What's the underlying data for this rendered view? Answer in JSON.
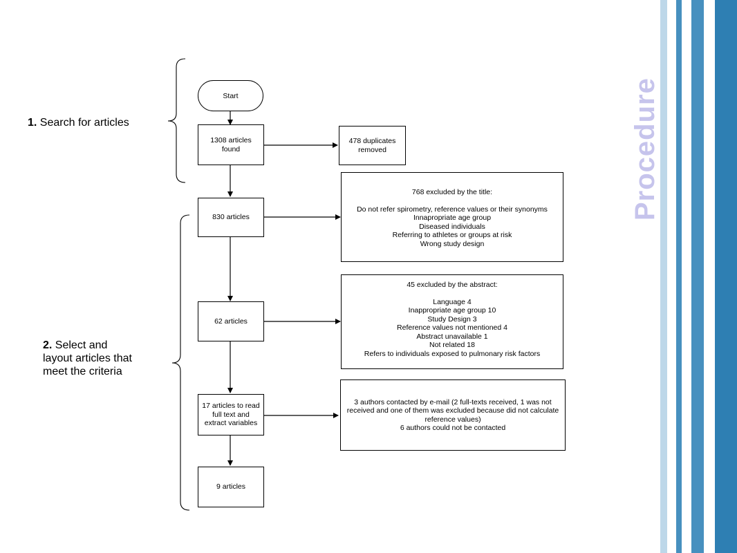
{
  "slide": {
    "title": "Procedure",
    "stripe_colors": [
      "#bdd7e9",
      "#4790bf",
      "#2e7fb3"
    ]
  },
  "stages": [
    {
      "number": "1.",
      "label": "Search for articles"
    },
    {
      "number": "2.",
      "label_lines": [
        "Select and",
        "layout articles that",
        "meet the criteria"
      ]
    }
  ],
  "flow": {
    "start": "Start",
    "main": [
      {
        "lines": [
          "1308 articles",
          "found"
        ]
      },
      {
        "lines": [
          "830 articles"
        ]
      },
      {
        "lines": [
          "62 articles"
        ]
      },
      {
        "lines": [
          "17 articles to read",
          "full text and",
          "extract variables"
        ]
      },
      {
        "lines": [
          "9 articles"
        ]
      }
    ],
    "side": [
      {
        "lines": [
          "478 duplicates",
          "removed"
        ]
      },
      {
        "heading": "768 excluded by the title:",
        "items": [
          "Do not refer spirometry, reference values or their synonyms",
          "Innapropriate age group",
          "Diseased individuals",
          "Referring to athletes or groups at risk",
          "Wrong study design"
        ]
      },
      {
        "heading": "45 excluded by the abstract:",
        "items": [
          "Language 4",
          "Inappropriate age group 10",
          "Study Design 3",
          "Reference values not mentioned 4",
          "Abstract unavailable 1",
          "Not related 18",
          "Refers to individuals exposed to pulmonary risk factors"
        ]
      },
      {
        "lines": [
          "3 authors contacted by e-mail (2 full-texts received, 1 was not",
          "received and one of them was excluded because did not calculate",
          "reference values)",
          "6 authors could not be contacted"
        ]
      }
    ]
  }
}
